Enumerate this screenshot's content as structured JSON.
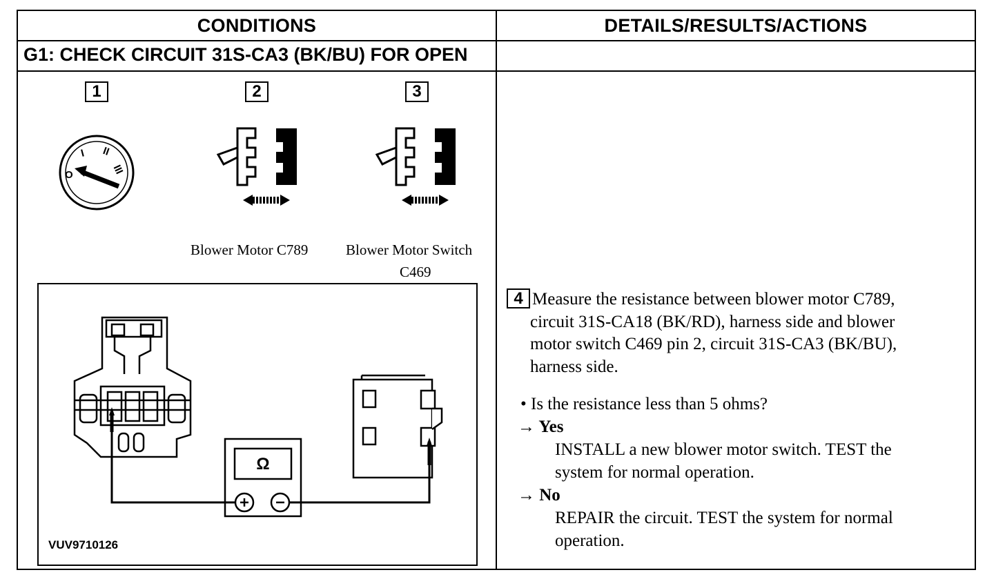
{
  "header": {
    "conditions": "CONDITIONS",
    "details": "DETAILS/RESULTS/ACTIONS"
  },
  "section": {
    "title": "G1: CHECK CIRCUIT 31S-CA3 (BK/BU) FOR OPEN"
  },
  "steps": {
    "step1": "1",
    "step2": "2",
    "step3": "3",
    "step4": "4"
  },
  "icons": {
    "step1": "ignition-switch-off-icon",
    "step2": "connector-disconnect-icon",
    "step3": "connector-disconnect-icon",
    "diagram": "ohmmeter-connector-diagram"
  },
  "captions": {
    "step2": "Blower Motor C789",
    "step3_line1": "Blower Motor Switch",
    "step3_line2": "C469"
  },
  "diagram": {
    "meter_symbol": "Ω",
    "figure_id": "VUV9710126"
  },
  "instructions": {
    "measure_line1": "Measure the resistance between blower motor C789,",
    "measure_line2": "circuit 31S-CA18 (BK/RD), harness side and blower",
    "measure_line3": "motor switch C469 pin 2, circuit 31S-CA3 (BK/BU),",
    "measure_line4": "harness side.",
    "question": "• Is the resistance less than 5 ohms?",
    "yes_label": "→ Yes",
    "yes_line1": "INSTALL a new blower motor switch. TEST the",
    "yes_line2": "system for normal operation.",
    "no_label": "→ No",
    "no_line1": "REPAIR the circuit. TEST the system for normal",
    "no_line2": "operation."
  }
}
